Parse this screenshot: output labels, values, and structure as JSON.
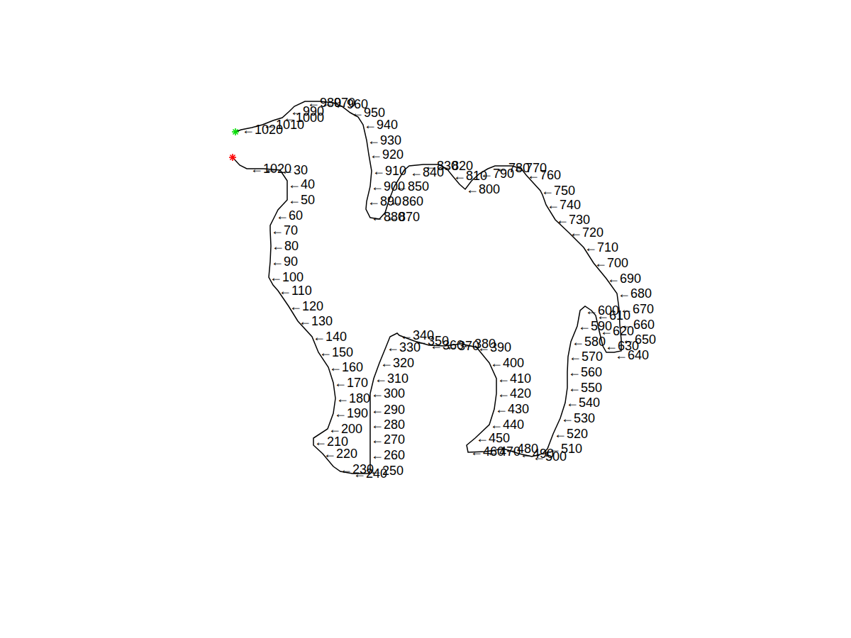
{
  "diagram": {
    "labels": [
      "←10",
      "←20",
      "←30",
      "←40",
      "←50",
      "←60",
      "←70",
      "←80",
      "←90",
      "←100",
      "←110",
      "←120",
      "←130",
      "←140",
      "←150",
      "←160",
      "←170",
      "←180",
      "←190",
      "←200",
      "←210",
      "←220",
      "←230",
      "←240",
      "←250",
      "←260",
      "←270",
      "←280",
      "←290",
      "←300",
      "←310",
      "←320",
      "←330",
      "←340",
      "←350",
      "←360",
      "←370",
      "←380",
      "←390",
      "←400",
      "←410",
      "←420",
      "←430",
      "←440",
      "←450",
      "←460",
      "←470",
      "←480",
      "←490",
      "←500",
      "←510",
      "←520",
      "←530",
      "←540",
      "←550",
      "←560",
      "←570",
      "←580",
      "←590",
      "←600",
      "←610",
      "←620",
      "←630",
      "←640",
      "←650",
      "←660",
      "←670",
      "←680",
      "←690",
      "←700",
      "←710",
      "←720",
      "←730",
      "←740",
      "←750",
      "←760",
      "←770",
      "←780",
      "←790",
      "←800",
      "←810",
      "←820",
      "←830",
      "←840",
      "←850",
      "←860",
      "←870",
      "←880",
      "←890",
      "←900",
      "←910",
      "←920",
      "←930",
      "←940",
      "←950",
      "←960",
      "←970",
      "←980",
      "←990",
      "←1000",
      "←1010",
      "←1020"
    ]
  }
}
